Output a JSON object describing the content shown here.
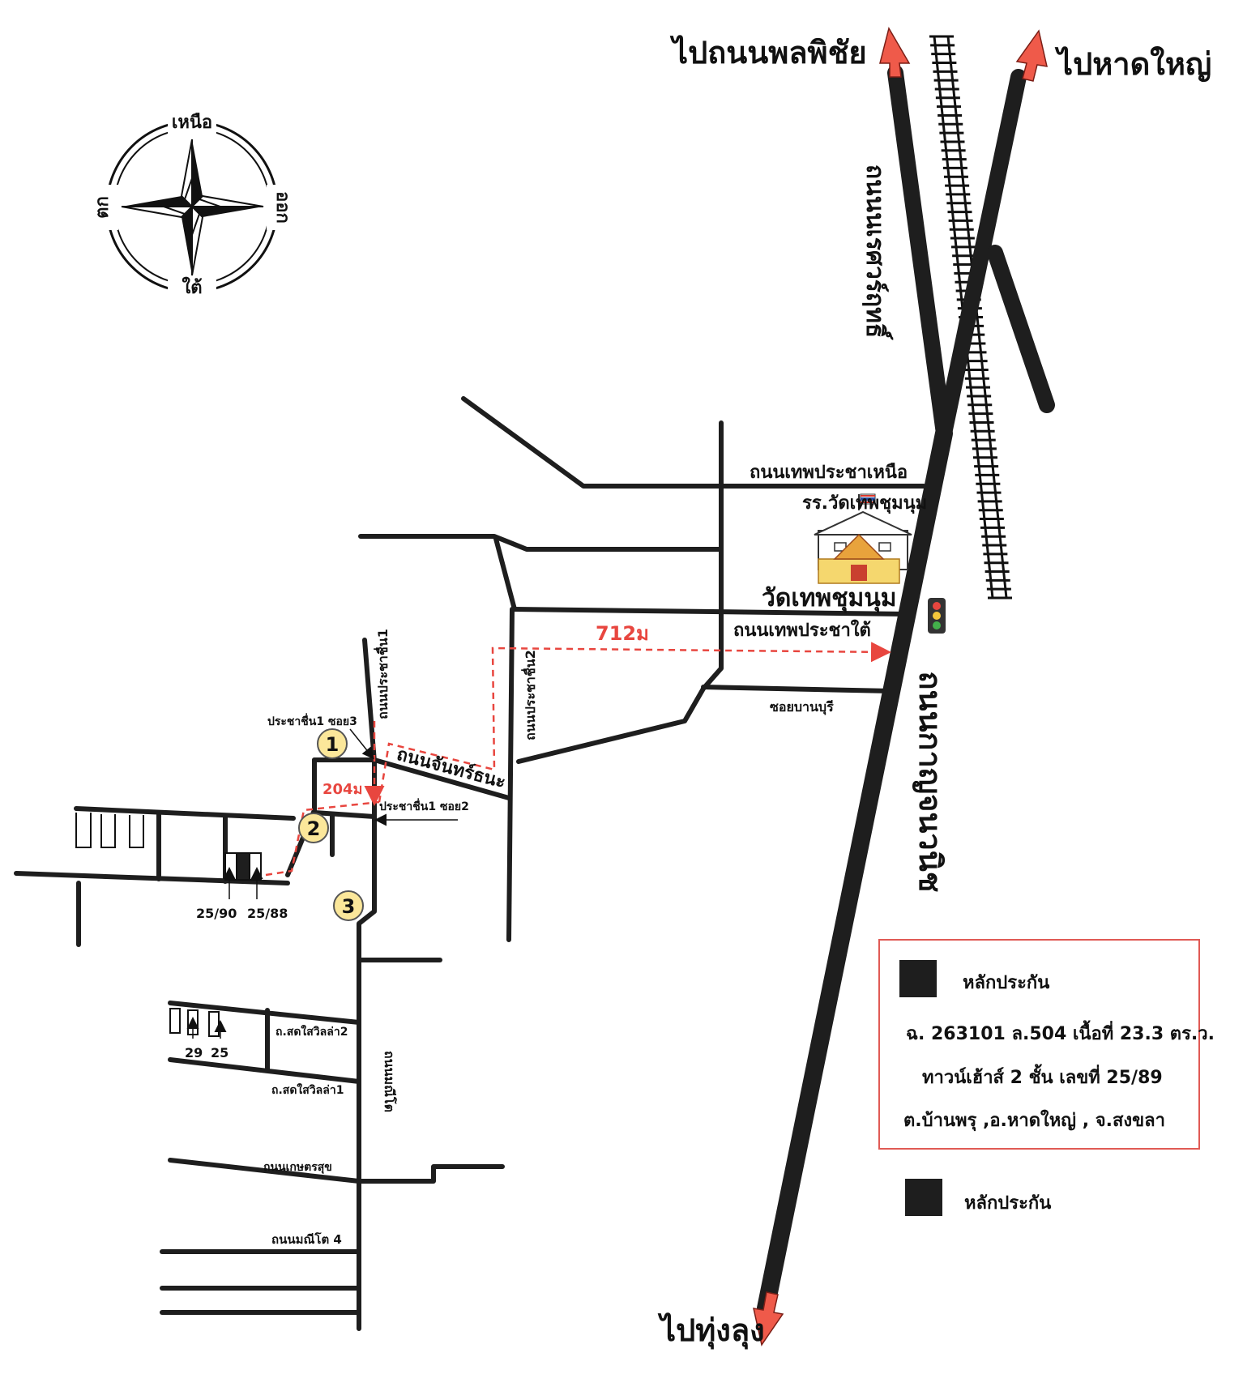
{
  "directions": {
    "north_left": "ไปถนนพลพิชัย",
    "north_right": "ไปหาดใหญ่",
    "south": "ไปทุ่งลุง"
  },
  "compass": {
    "north": "เหนือ",
    "south": "ใต้",
    "east": "ออก",
    "west": "ตก"
  },
  "roads": {
    "naresuan": "ถนนนเรศวร์ฤทธิ์",
    "kanchanawanit": "ถนนกาญจนวนิช",
    "thep_pracha_nuea": "ถนนเทพประชาเหนือ",
    "thep_pracha_tai": "ถนนเทพประชาใต้",
    "soi_ban_buri": "ซอยบานบุรี",
    "chanthana": "ถนนจันทร์ธนะ",
    "pracha_chuen_1": "ถนนประชาชื่น1",
    "pracha_chuen_2": "ถนนประชาชื่น2",
    "pracha_chuen_1_soi3": "ประชาชื่น1 ซอย3",
    "pracha_chuen_1_soi2": "ประชาชื่น1 ซอย2",
    "manito": "ถนนมณีโต",
    "sot_sai_villa_2": "ถ.สดใสวิลล่า2",
    "sot_sai_villa_1": "ถ.สดใสวิลล่า1",
    "kaset_sap": "ถนนเกษตรสุข",
    "manito_4": "ถนนมณีโต 4"
  },
  "landmarks": {
    "school": "รร.วัดเทพชุมนุม",
    "temple": "วัดเทพชุมนุม"
  },
  "distances": {
    "d712": "712ม",
    "d204": "204ม"
  },
  "markers": [
    "1",
    "2",
    "3"
  ],
  "house_numbers": {
    "h2590": "25/90",
    "h2588": "25/88",
    "h29": "29",
    "h25": "25"
  },
  "legend": {
    "item1_label": "หลักประกัน",
    "line1": "ฉ. 263101 ล.504 เนื้อที่ 23.3 ตร.ว.",
    "line2": "ทาวน์เฮ้าส์ 2 ชั้น  เลขที่ 25/89",
    "line3": "ต.บ้านพรุ ,อ.หาดใหญ่ , จ.สงขลา",
    "item2_label": "หลักประกัน"
  },
  "colors": {
    "road": "#1e1e1e",
    "route": "#e8463f",
    "marker_fill": "#fbe79a",
    "legend_border": "#e05a55",
    "arrow": "#ef5a4a"
  }
}
